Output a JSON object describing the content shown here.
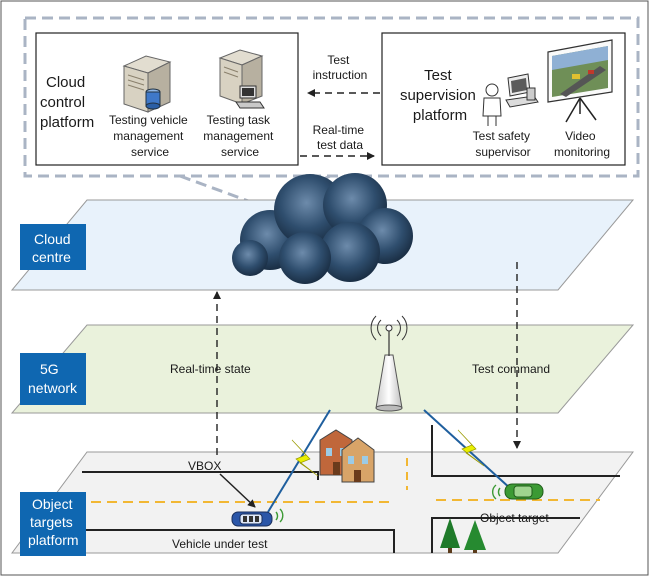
{
  "top_panel": {
    "cloud_platform": {
      "title_lines": [
        "Cloud",
        "control",
        "platform"
      ],
      "services": [
        {
          "name": "testing-vehicle-management-service",
          "lines": [
            "Testing vehicle",
            "management",
            "service"
          ]
        },
        {
          "name": "testing-task-management-service",
          "lines": [
            "Testing task",
            "management",
            "service"
          ]
        }
      ]
    },
    "links": {
      "instruction_lines": [
        "Test",
        "instruction"
      ],
      "data_lines": [
        "Real-time",
        "test data"
      ]
    },
    "supervision_platform": {
      "title_lines": [
        "Test",
        "supervision",
        "platform"
      ],
      "supervisor_lines": [
        "Test safety",
        "supervisor"
      ],
      "monitoring_lines": [
        "Video",
        "monitoring"
      ]
    }
  },
  "layers": [
    {
      "name": "cloud-centre",
      "label_lines": [
        "Cloud",
        "centre"
      ],
      "fill": "#e8f2fb"
    },
    {
      "name": "5g-network",
      "label_lines": [
        "5G",
        "network"
      ],
      "fill": "#eaf2dc"
    },
    {
      "name": "object-targets-platform",
      "label_lines": [
        "Object",
        "targets",
        "platform"
      ],
      "fill": "#f2f2f2"
    }
  ],
  "arrows": {
    "realtime_state": "Real-time state",
    "test_command": "Test command"
  },
  "ground": {
    "vbox": "VBOX",
    "vehicle_under_test": "Vehicle under test",
    "object_target": "Object target"
  },
  "colors": {
    "label_box": "#0f67b1",
    "dashed_frame": "#aab4c4",
    "cloud_dark": "#23405c",
    "vehicle_blue": "#2b56a8",
    "target_green": "#3c9a34",
    "lightning": "#e8f000",
    "road_line": "#f2b733"
  }
}
